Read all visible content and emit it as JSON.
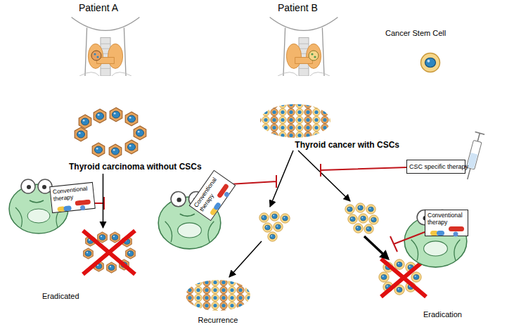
{
  "diagram": {
    "nodes": [
      {
        "text": [
          "Thyroid carcinoma without CSCs"
        ]
      },
      {
        "text": [
          "Conventional therapy"
        ]
      },
      {
        "text": [
          "Eradicated"
        ]
      },
      {
        "text": [
          "Thyroid cancer with CSCs"
        ]
      },
      {
        "text": [
          "Conventional therapy"
        ]
      },
      {
        "text": [
          "CSC specific therapy"
        ]
      },
      {
        "text": [
          "Conventional therapy"
        ]
      },
      {
        "text": [
          "Recurrence"
        ]
      },
      {
        "text": [
          "Eradication"
        ]
      }
    ],
    "edges": [
      {
        "from": 0,
        "to": 2,
        "arrow": "to"
      }
    ],
    "labels": [
      "Patient A",
      "Patient B"
    ],
    "legend": [
      {
        "text": "Cancer Stem Cell"
      }
    ]
  }
}
